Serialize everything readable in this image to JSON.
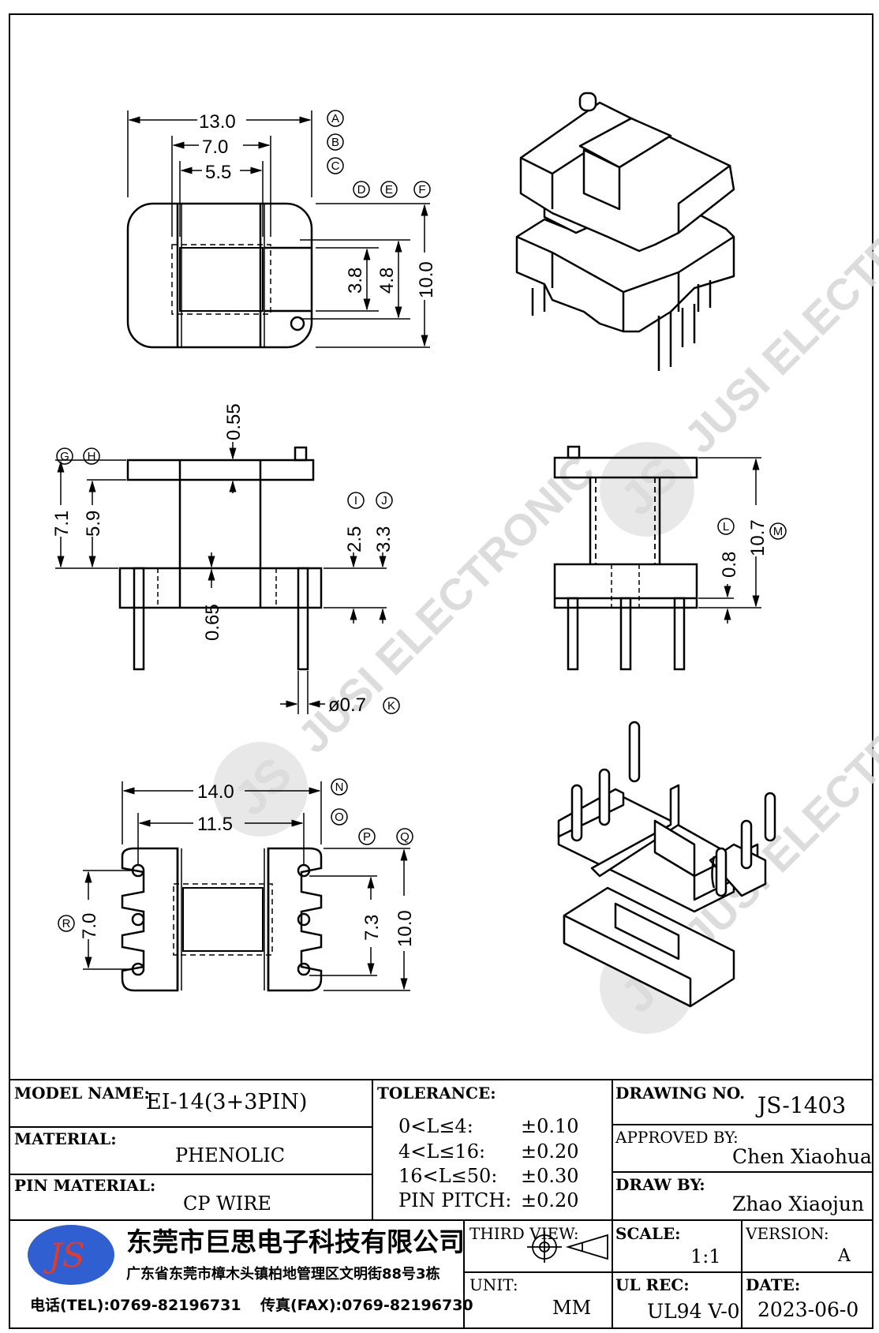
{
  "dimensions": {
    "top_view": {
      "a": "13.0",
      "b": "7.0",
      "c": "5.5",
      "d": "3.8",
      "e": "4.8",
      "f": "10.0"
    },
    "side_view": {
      "g": "7.1",
      "h": "5.9",
      "top_flange": "0.55",
      "i": "2.5",
      "j": "3.3",
      "bottom_gap": "0.65",
      "pin_dia": "ø0.7"
    },
    "front_view": {
      "l": "0.8",
      "m": "10.7"
    },
    "bottom_view": {
      "n": "14.0",
      "o": "11.5",
      "r": "7.0",
      "p": "7.3",
      "q": "10.0"
    }
  },
  "balloons": [
    "A",
    "B",
    "C",
    "D",
    "E",
    "F",
    "G",
    "H",
    "I",
    "J",
    "K",
    "L",
    "M",
    "N",
    "O",
    "P",
    "Q",
    "R"
  ],
  "watermark": {
    "logo": "JS",
    "text": "JUSI ELECTRONIC"
  },
  "title_block": {
    "model_name_label": "MODEL NAME:",
    "model_name": "EI-14(3+3PIN)",
    "material_label": "MATERIAL:",
    "material": "PHENOLIC",
    "pin_material_label": "PIN MATERIAL:",
    "pin_material": "CP WIRE",
    "tolerance_label": "TOLERANCE:",
    "tolerances": [
      {
        "range": "0<L≤4:",
        "value": "±0.10"
      },
      {
        "range": "4<L≤16:",
        "value": "±0.20"
      },
      {
        "range": "16<L≤50:",
        "value": "±0.30"
      },
      {
        "range": "PIN PITCH:",
        "value": "±0.20"
      }
    ],
    "drawing_no_label": "DRAWING NO.",
    "drawing_no": "JS-1403",
    "approved_by_label": "APPROVED BY:",
    "approved_by": "Chen Xiaohua",
    "draw_by_label": "DRAW BY:",
    "draw_by": "Zhao Xiaojun",
    "company_logo": "JS",
    "company_name": "东莞市巨思电子科技有限公司",
    "company_address": "广东省东莞市樟木头镇柏地管理区文明街88号3栋",
    "tel": "电话(TEL):0769-82196731",
    "fax": "传真(FAX):0769-82196730",
    "third_view_label": "THIRD VIEW:",
    "unit_label": "UNIT:",
    "unit": "MM",
    "scale_label": "SCALE:",
    "scale": "1:1",
    "version_label": "VERSION:",
    "version": "A",
    "ul_rec_label": "UL REC:",
    "ul_rec": "UL94 V-0",
    "date_label": "DATE:",
    "date": "2023-06-0"
  },
  "colors": {
    "logo_fill": "#2f5fd0",
    "logo_text": "#e23b2b",
    "line": "#000000"
  }
}
